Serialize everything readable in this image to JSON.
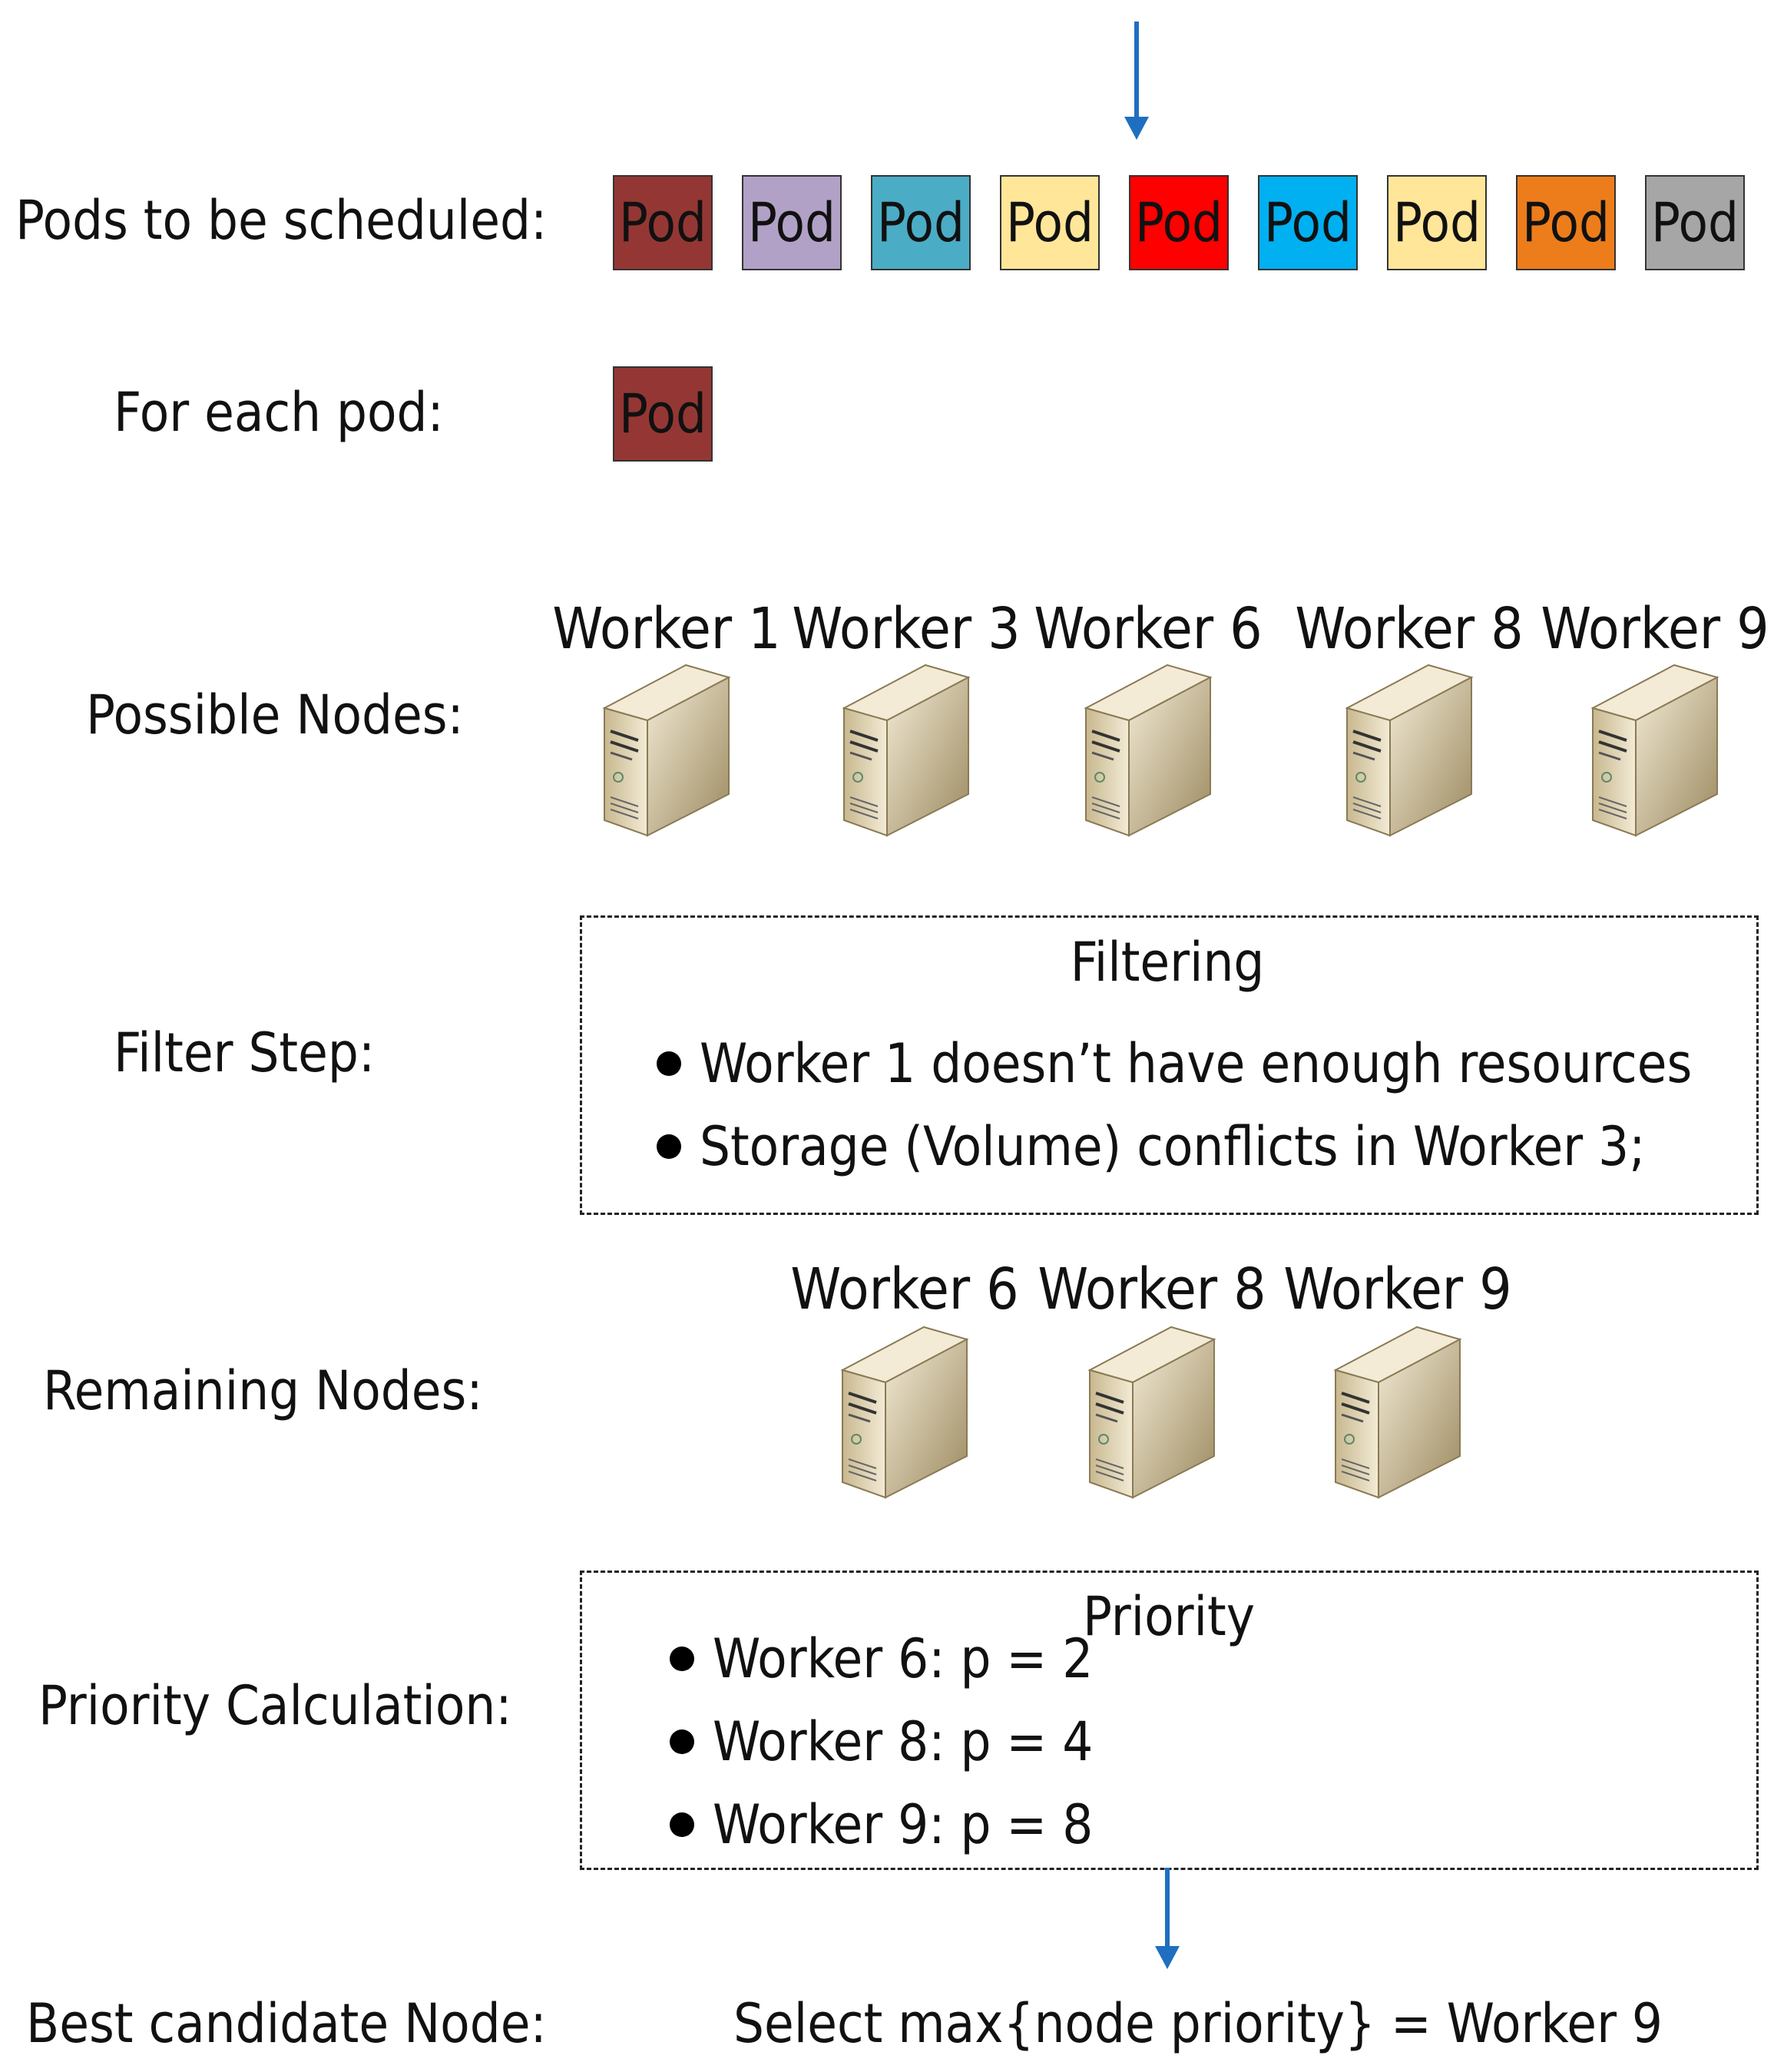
{
  "labels": {
    "pods_to_schedule": "Pods to be scheduled:",
    "for_each_pod": "For each pod:",
    "possible_nodes": "Possible Nodes:",
    "filter_step": "Filter Step:",
    "remaining_nodes": "Remaining Nodes:",
    "priority_calc": "Priority Calculation:",
    "best_candidate": "Best candidate Node:"
  },
  "pods": [
    {
      "label": "Pod",
      "color": "#943734"
    },
    {
      "label": "Pod",
      "color": "#B2A1C7"
    },
    {
      "label": "Pod",
      "color": "#4BACC6"
    },
    {
      "label": "Pod",
      "color": "#FFE699"
    },
    {
      "label": "Pod",
      "color": "#FF0000"
    },
    {
      "label": "Pod",
      "color": "#00B0F0"
    },
    {
      "label": "Pod",
      "color": "#FFE699"
    },
    {
      "label": "Pod",
      "color": "#ED7D1A"
    },
    {
      "label": "Pod",
      "color": "#A6A6A6"
    }
  ],
  "current_pod": {
    "label": "Pod",
    "color": "#943734"
  },
  "possible_nodes": [
    "Worker 1",
    "Worker 3",
    "Worker 6",
    "Worker 8",
    "Worker 9"
  ],
  "filtering": {
    "title": "Filtering",
    "items": [
      "Worker 1 doesn’t have enough resources",
      "Storage (Volume) conflicts in Worker 3;"
    ]
  },
  "remaining_nodes": [
    "Worker 6",
    "Worker 8",
    "Worker 9"
  ],
  "priority": {
    "title": "Priority",
    "items": [
      "Worker 6: p = 2",
      "Worker 8: p = 4",
      "Worker 9: p = 8"
    ]
  },
  "result": "Select max{node priority} = Worker 9",
  "colors": {
    "arrow": "#1F6FC0",
    "server_light": "#F3EBD6",
    "server_mid": "#C8B88F",
    "server_dark": "#9C8A60"
  }
}
